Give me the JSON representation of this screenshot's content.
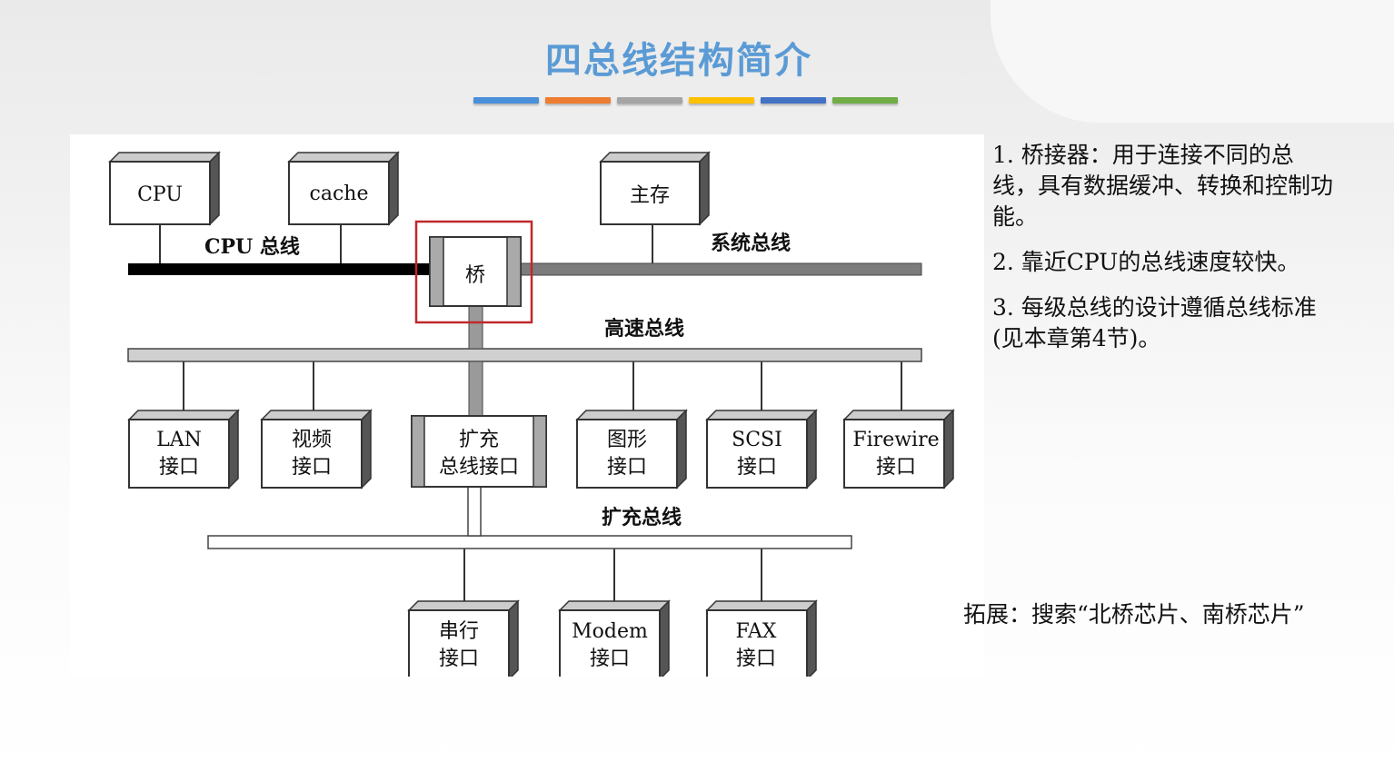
{
  "slide": {
    "title": "四总线结构简介",
    "accent_bars": [
      "#4a90d9",
      "#ed7d31",
      "#a5a5a5",
      "#ffc000",
      "#4472c4",
      "#70ad47"
    ]
  },
  "diagram": {
    "top_boxes": {
      "cpu": "CPU",
      "cache": "cache",
      "main_memory": "主存"
    },
    "bridge": "桥",
    "buses": {
      "cpu_bus": "CPU 总线",
      "system_bus": "系统总线",
      "high_speed_bus": "高速总线",
      "expansion_bus": "扩充总线"
    },
    "mid_boxes": [
      [
        "LAN",
        "接口"
      ],
      [
        "视频",
        "接口"
      ],
      [
        "扩充",
        "总线接口"
      ],
      [
        "图形",
        "接口"
      ],
      [
        "SCSI",
        "接口"
      ],
      [
        "Firewire",
        "接口"
      ]
    ],
    "bottom_boxes": [
      [
        "串行",
        "接口"
      ],
      [
        "Modem",
        "接口"
      ],
      [
        "FAX",
        "接口"
      ]
    ],
    "highlight_color": "#c0282d"
  },
  "notes": [
    "1. 桥接器：用于连接不同的总线，具有数据缓冲、转换和控制功能。",
    "2. 靠近CPU的总线速度较快。",
    "3. 每级总线的设计遵循总线标准(见本章第4节)。"
  ],
  "extension": "拓展：搜索“北桥芯片、南桥芯片”"
}
